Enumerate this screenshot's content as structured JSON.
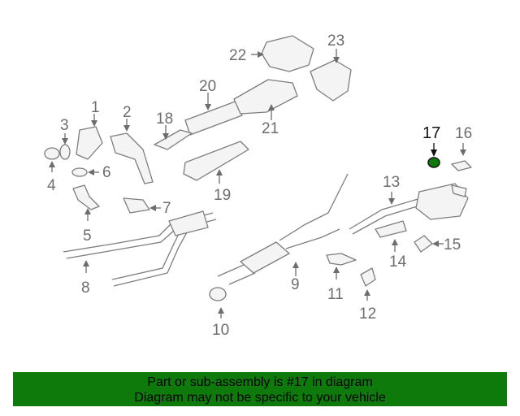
{
  "callouts": {
    "c1": "1",
    "c2": "2",
    "c3": "3",
    "c4": "4",
    "c5": "5",
    "c6": "6",
    "c7": "7",
    "c8": "8",
    "c9": "9",
    "c10": "10",
    "c11": "11",
    "c12": "12",
    "c13": "13",
    "c14": "14",
    "c15": "15",
    "c16": "16",
    "c17": "17",
    "c18": "18",
    "c19": "19",
    "c20": "20",
    "c21": "21",
    "c22": "22",
    "c23": "23"
  },
  "highlight": {
    "part": "17",
    "color": "#0e7a0c"
  },
  "banner": {
    "line1": "Part or sub-assembly is #17 in diagram",
    "line2": "Diagram may not be specific to your vehicle",
    "color": "#0e7a0c"
  }
}
